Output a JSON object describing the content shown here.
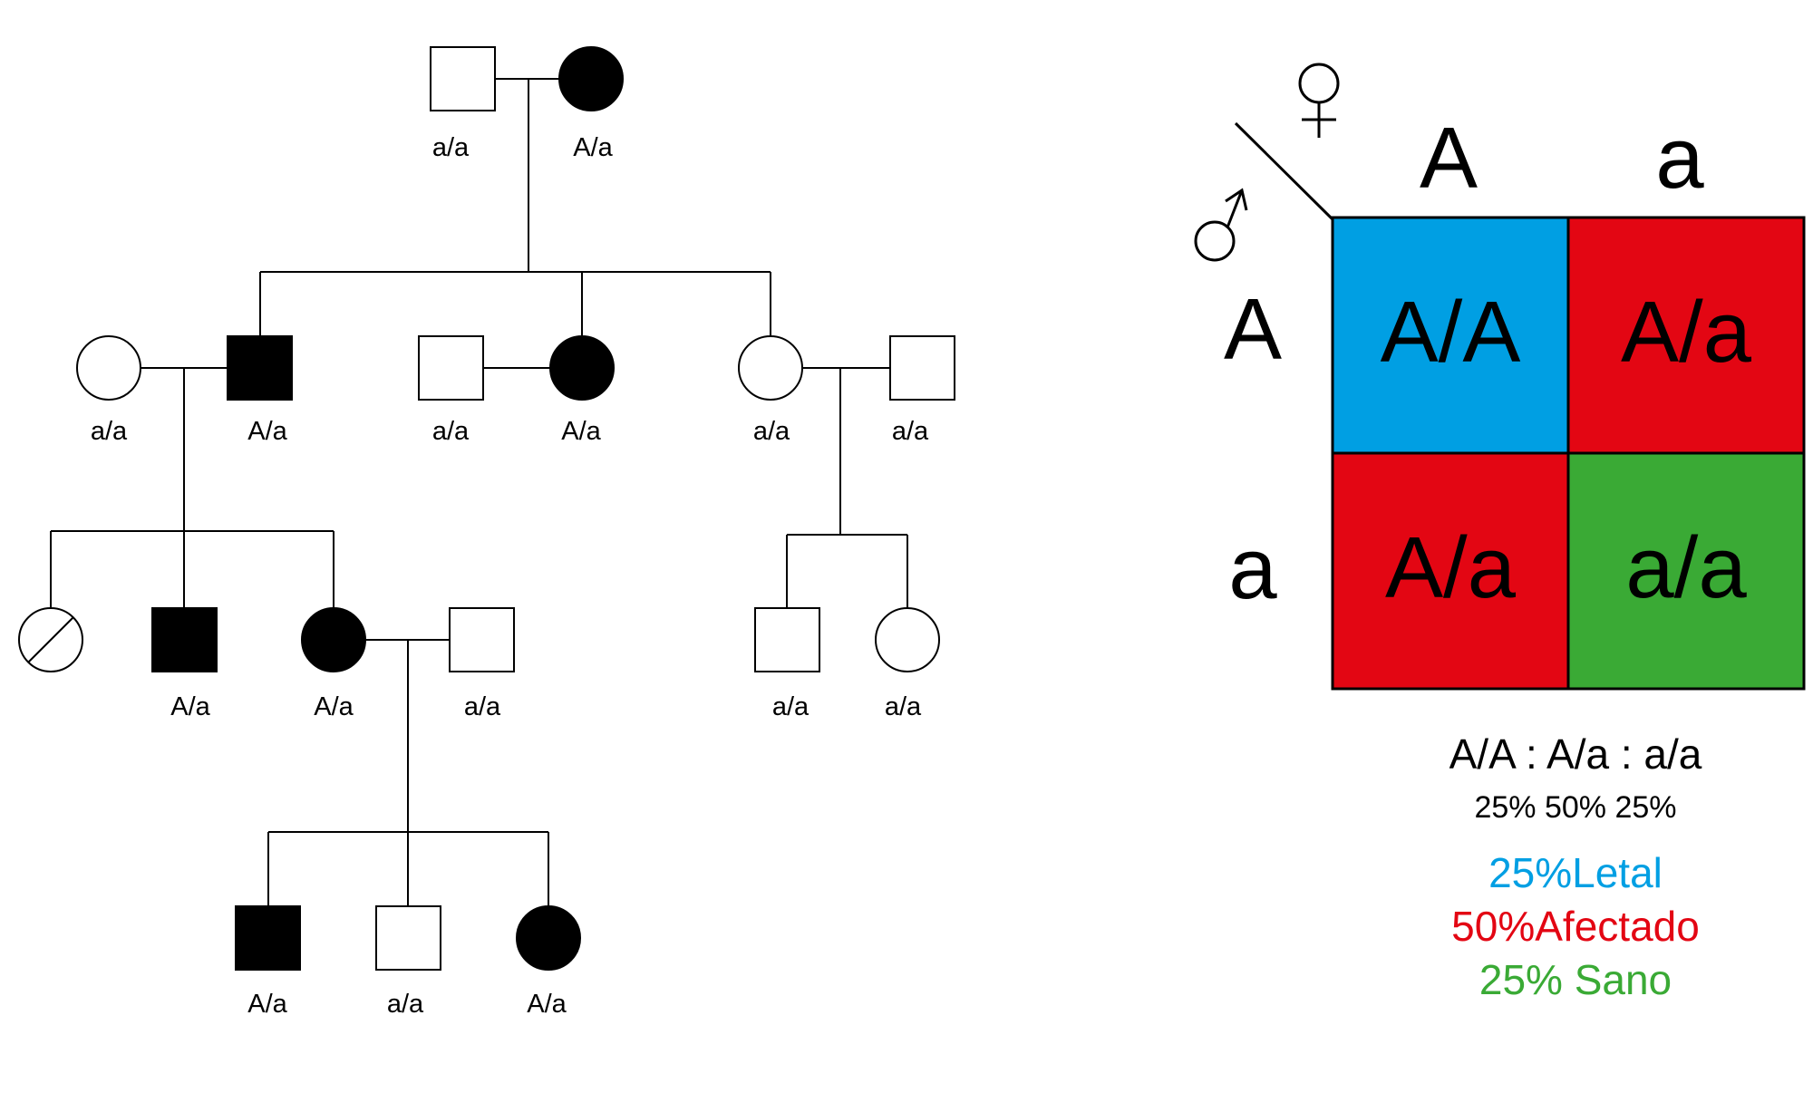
{
  "pedigree": {
    "generation1": {
      "father": {
        "genotype": "a/a",
        "affected": false
      },
      "mother": {
        "genotype": "A/a",
        "affected": true
      }
    },
    "generation2": [
      {
        "genotype": "a/a",
        "sex": "female",
        "affected": false
      },
      {
        "genotype": "A/a",
        "sex": "male",
        "affected": true
      },
      {
        "genotype": "a/a",
        "sex": "male",
        "affected": false
      },
      {
        "genotype": "A/a",
        "sex": "female",
        "affected": true
      },
      {
        "genotype": "a/a",
        "sex": "female",
        "affected": false
      },
      {
        "genotype": "a/a",
        "sex": "male",
        "affected": false
      }
    ],
    "generation3": [
      {
        "genotype": "",
        "sex": "female",
        "affected": false,
        "deceased": true
      },
      {
        "genotype": "A/a",
        "sex": "male",
        "affected": true
      },
      {
        "genotype": "A/a",
        "sex": "female",
        "affected": true
      },
      {
        "genotype": "a/a",
        "sex": "male",
        "affected": false
      },
      {
        "genotype": "a/a",
        "sex": "male",
        "affected": false
      },
      {
        "genotype": "a/a",
        "sex": "female",
        "affected": false
      }
    ],
    "generation4": [
      {
        "genotype": "A/a",
        "sex": "male",
        "affected": true
      },
      {
        "genotype": "a/a",
        "sex": "male",
        "affected": false
      },
      {
        "genotype": "A/a",
        "sex": "female",
        "affected": true
      }
    ]
  },
  "punnett": {
    "female_symbol": "♀",
    "male_symbol": "♂",
    "female_alleles": [
      "A",
      "a"
    ],
    "male_alleles": [
      "A",
      "a"
    ],
    "cells": [
      {
        "text": "A/A",
        "color": "#009FE3"
      },
      {
        "text": "A/a",
        "color": "#E30613"
      },
      {
        "text": "A/a",
        "color": "#E30613"
      },
      {
        "text": "a/a",
        "color": "#3AAA35"
      }
    ],
    "ratio": "A/A : A/a : a/a",
    "percentages": "25% 50% 25%",
    "legend": [
      {
        "text": "25%Letal",
        "color": "#009FE3"
      },
      {
        "text": "50%Afectado",
        "color": "#E30613"
      },
      {
        "text": "25% Sano",
        "color": "#3AAA35"
      }
    ]
  }
}
